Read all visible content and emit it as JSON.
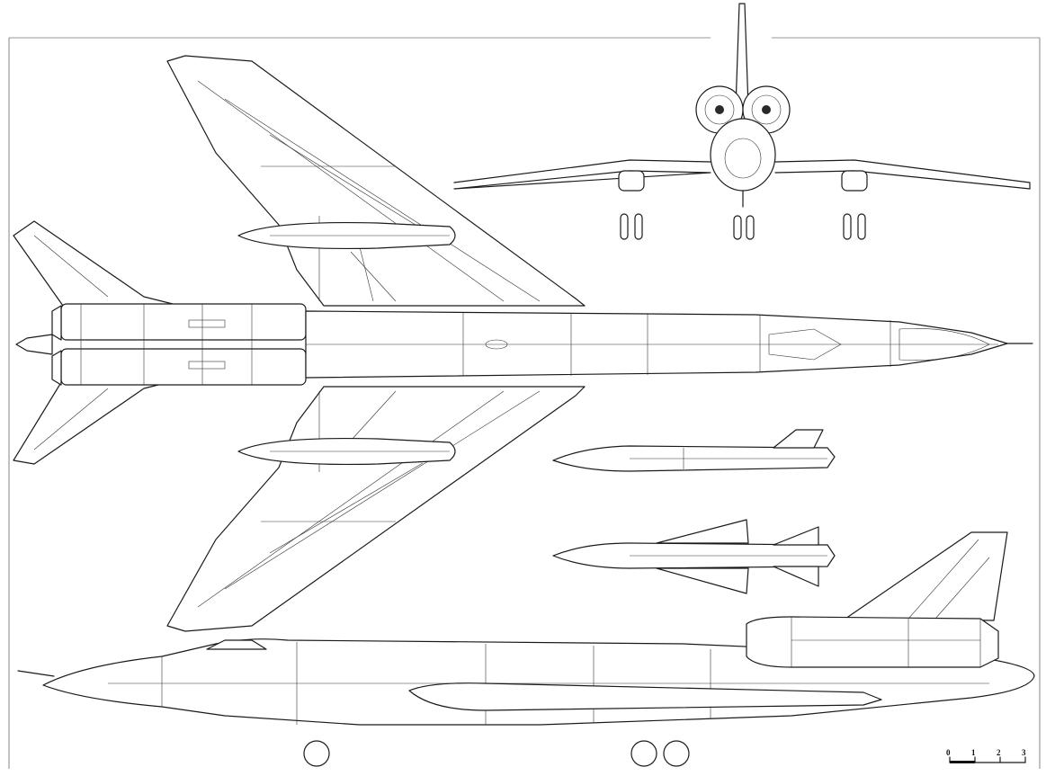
{
  "scale_bar": {
    "ticks": [
      "0",
      "1",
      "2",
      "3"
    ]
  },
  "colors": {
    "line": "#1a1a1a",
    "background": "#ffffff"
  }
}
